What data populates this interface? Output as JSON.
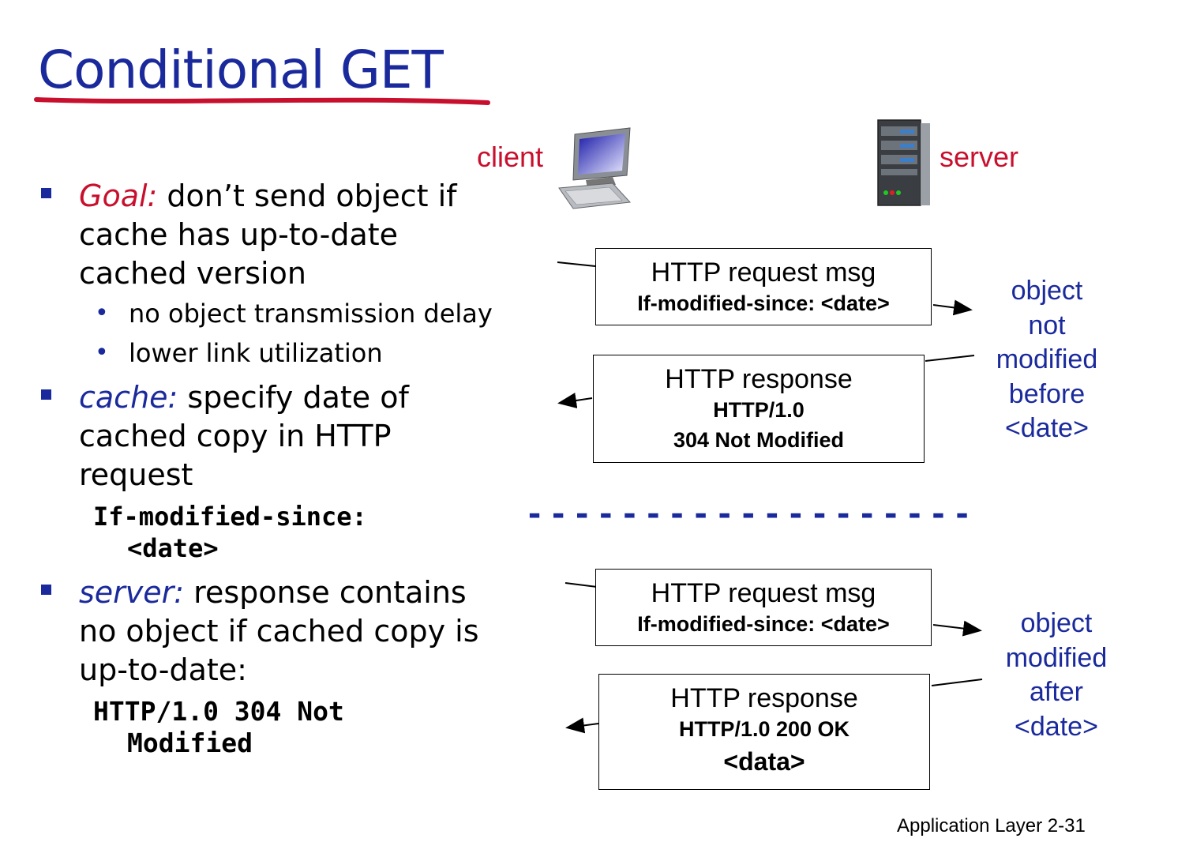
{
  "slide": {
    "title": "Conditional GET",
    "footer": "Application Layer 2-31"
  },
  "bullets": [
    {
      "lead": "Goal:",
      "lead_color": "#c8102e",
      "text": " don’t send object if cache has up-to-date cached version",
      "subs": [
        "no object transmission delay",
        "lower link utilization"
      ]
    },
    {
      "lead": "cache:",
      "lead_color": "#1a2a9c",
      "text": " specify date of cached copy in HTTP request",
      "code": [
        "If-modified-since:",
        "<date>"
      ]
    },
    {
      "lead": "server:",
      "lead_color": "#1a2a9c",
      "text": " response contains no object if cached copy is up-to-date:",
      "code": [
        "HTTP/1.0 304 Not",
        "Modified"
      ]
    }
  ],
  "diagram": {
    "client_label": "client",
    "server_label": "server",
    "client_icon": "desktop-computer-icon",
    "server_icon": "server-tower-icon",
    "divider": "-------------------",
    "exchange1": {
      "request": {
        "line1": "HTTP request msg",
        "line2": "If-modified-since: <date>"
      },
      "response": {
        "line1": "HTTP response",
        "line2": "HTTP/1.0",
        "line3": "304 Not Modified"
      },
      "note": [
        "object",
        "not",
        "modified",
        "before",
        "<date>"
      ]
    },
    "exchange2": {
      "request": {
        "line1": "HTTP request msg",
        "line2": "If-modified-since: <date>"
      },
      "response": {
        "line1": "HTTP response",
        "line2": "HTTP/1.0 200 OK",
        "line3": "<data>"
      },
      "note": [
        "object",
        "modified",
        "after",
        "<date>"
      ]
    }
  },
  "colors": {
    "title": "#1a2a9c",
    "accent_red": "#c8102e",
    "note_blue": "#1a2a9c"
  }
}
